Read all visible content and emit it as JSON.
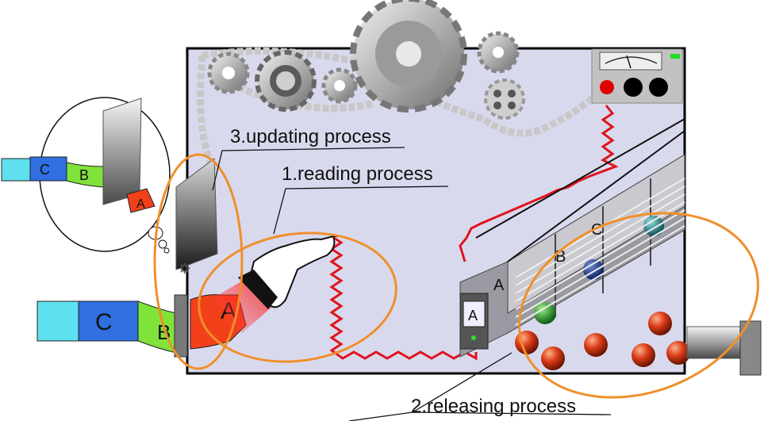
{
  "labels": {
    "updating": "3.updating process",
    "reading": "1.reading process",
    "releasing": "2.releasing process"
  },
  "tape": {
    "main": [
      "C",
      "B",
      "A"
    ],
    "bubble": [
      "C",
      "B",
      "A"
    ]
  },
  "bins": [
    "A",
    "B",
    "C"
  ],
  "display_letter": "A",
  "colors": {
    "panel": "#d9d9ee",
    "wire": "#e0141c",
    "highlight": "#ef8f2a",
    "tape_c": "#2f6fe0",
    "tape_b": "#7fe33a",
    "tape_a": "#f2401b",
    "tape_end": "#5fe0ee",
    "ball": "#d83a17"
  },
  "icons": [
    "gear-icon",
    "chain-icon",
    "meter-icon",
    "scanner-icon",
    "cutter-blade-icon",
    "thought-bubble-icon"
  ]
}
